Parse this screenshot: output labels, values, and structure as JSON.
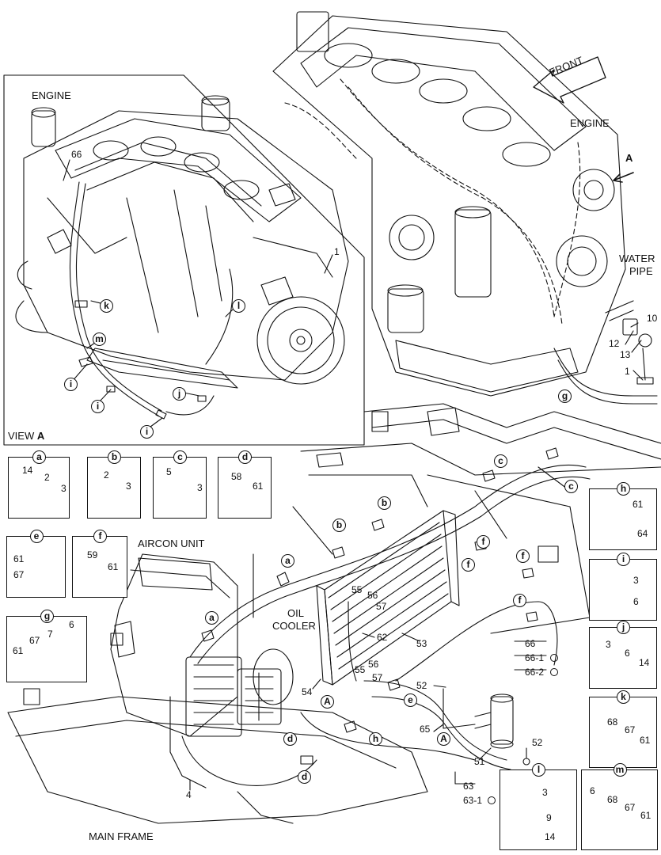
{
  "labels": {
    "engine_view": "ENGINE",
    "engine_main": "ENGINE",
    "front": "FRONT",
    "arrow_a": "A",
    "water_pipe_1": "WATER",
    "water_pipe_2": "PIPE",
    "view_a_prefix": "VIEW",
    "view_a_letter": "A",
    "aircon_unit": "AIRCON UNIT",
    "oil_cooler_1": "OIL",
    "oil_cooler_2": "COOLER",
    "main_frame": "MAIN FRAME"
  },
  "view_callouts": {
    "i1": "i",
    "i2": "i",
    "i3": "i",
    "j": "j",
    "k": "k",
    "l": "l",
    "m": "m",
    "n66": "66",
    "n1": "1"
  },
  "engine_callouts": {
    "n10": "10",
    "n12": "12",
    "n13": "13",
    "n1": "1",
    "g": "g",
    "c1": "c",
    "c2": "c"
  },
  "main_callouts": {
    "a1": "a",
    "a2": "a",
    "b1": "b",
    "b2": "b",
    "f1": "f",
    "f2": "f",
    "f3": "f",
    "d1": "d",
    "d2": "d",
    "e": "e",
    "h": "h",
    "A1": "A",
    "A2": "A",
    "n53": "53",
    "n55a": "55",
    "n56a": "56",
    "n57a": "57",
    "n62": "62",
    "n55b": "55",
    "n56b": "56",
    "n57b": "57",
    "n54": "54",
    "n52a": "52",
    "n65": "65",
    "n51": "51",
    "n52b": "52",
    "n66": "66",
    "n66_1": "66-1",
    "n66_2": "66-2",
    "n63": "63",
    "n63_1": "63-1",
    "n4": "4"
  },
  "detail_boxes": [
    {
      "id": "a",
      "letter": "a",
      "parts": [
        "14",
        "2",
        "3"
      ]
    },
    {
      "id": "b",
      "letter": "b",
      "parts": [
        "2",
        "3"
      ]
    },
    {
      "id": "c",
      "letter": "c",
      "parts": [
        "5",
        "3"
      ]
    },
    {
      "id": "d",
      "letter": "d",
      "parts": [
        "58",
        "61"
      ]
    },
    {
      "id": "e",
      "letter": "e",
      "parts": [
        "61",
        "67"
      ]
    },
    {
      "id": "f",
      "letter": "f",
      "parts": [
        "59",
        "61"
      ]
    },
    {
      "id": "g",
      "letter": "g",
      "parts": [
        "67",
        "7",
        "6",
        "61"
      ]
    },
    {
      "id": "h",
      "letter": "h",
      "parts": [
        "61",
        "64"
      ]
    },
    {
      "id": "i",
      "letter": "i",
      "parts": [
        "3",
        "6"
      ]
    },
    {
      "id": "j",
      "letter": "j",
      "parts": [
        "3",
        "6",
        "14"
      ]
    },
    {
      "id": "k",
      "letter": "k",
      "parts": [
        "68",
        "67",
        "61"
      ]
    },
    {
      "id": "l",
      "letter": "l",
      "parts": [
        "3",
        "9",
        "14"
      ]
    },
    {
      "id": "m",
      "letter": "m",
      "parts": [
        "6",
        "68",
        "67",
        "61"
      ]
    }
  ]
}
